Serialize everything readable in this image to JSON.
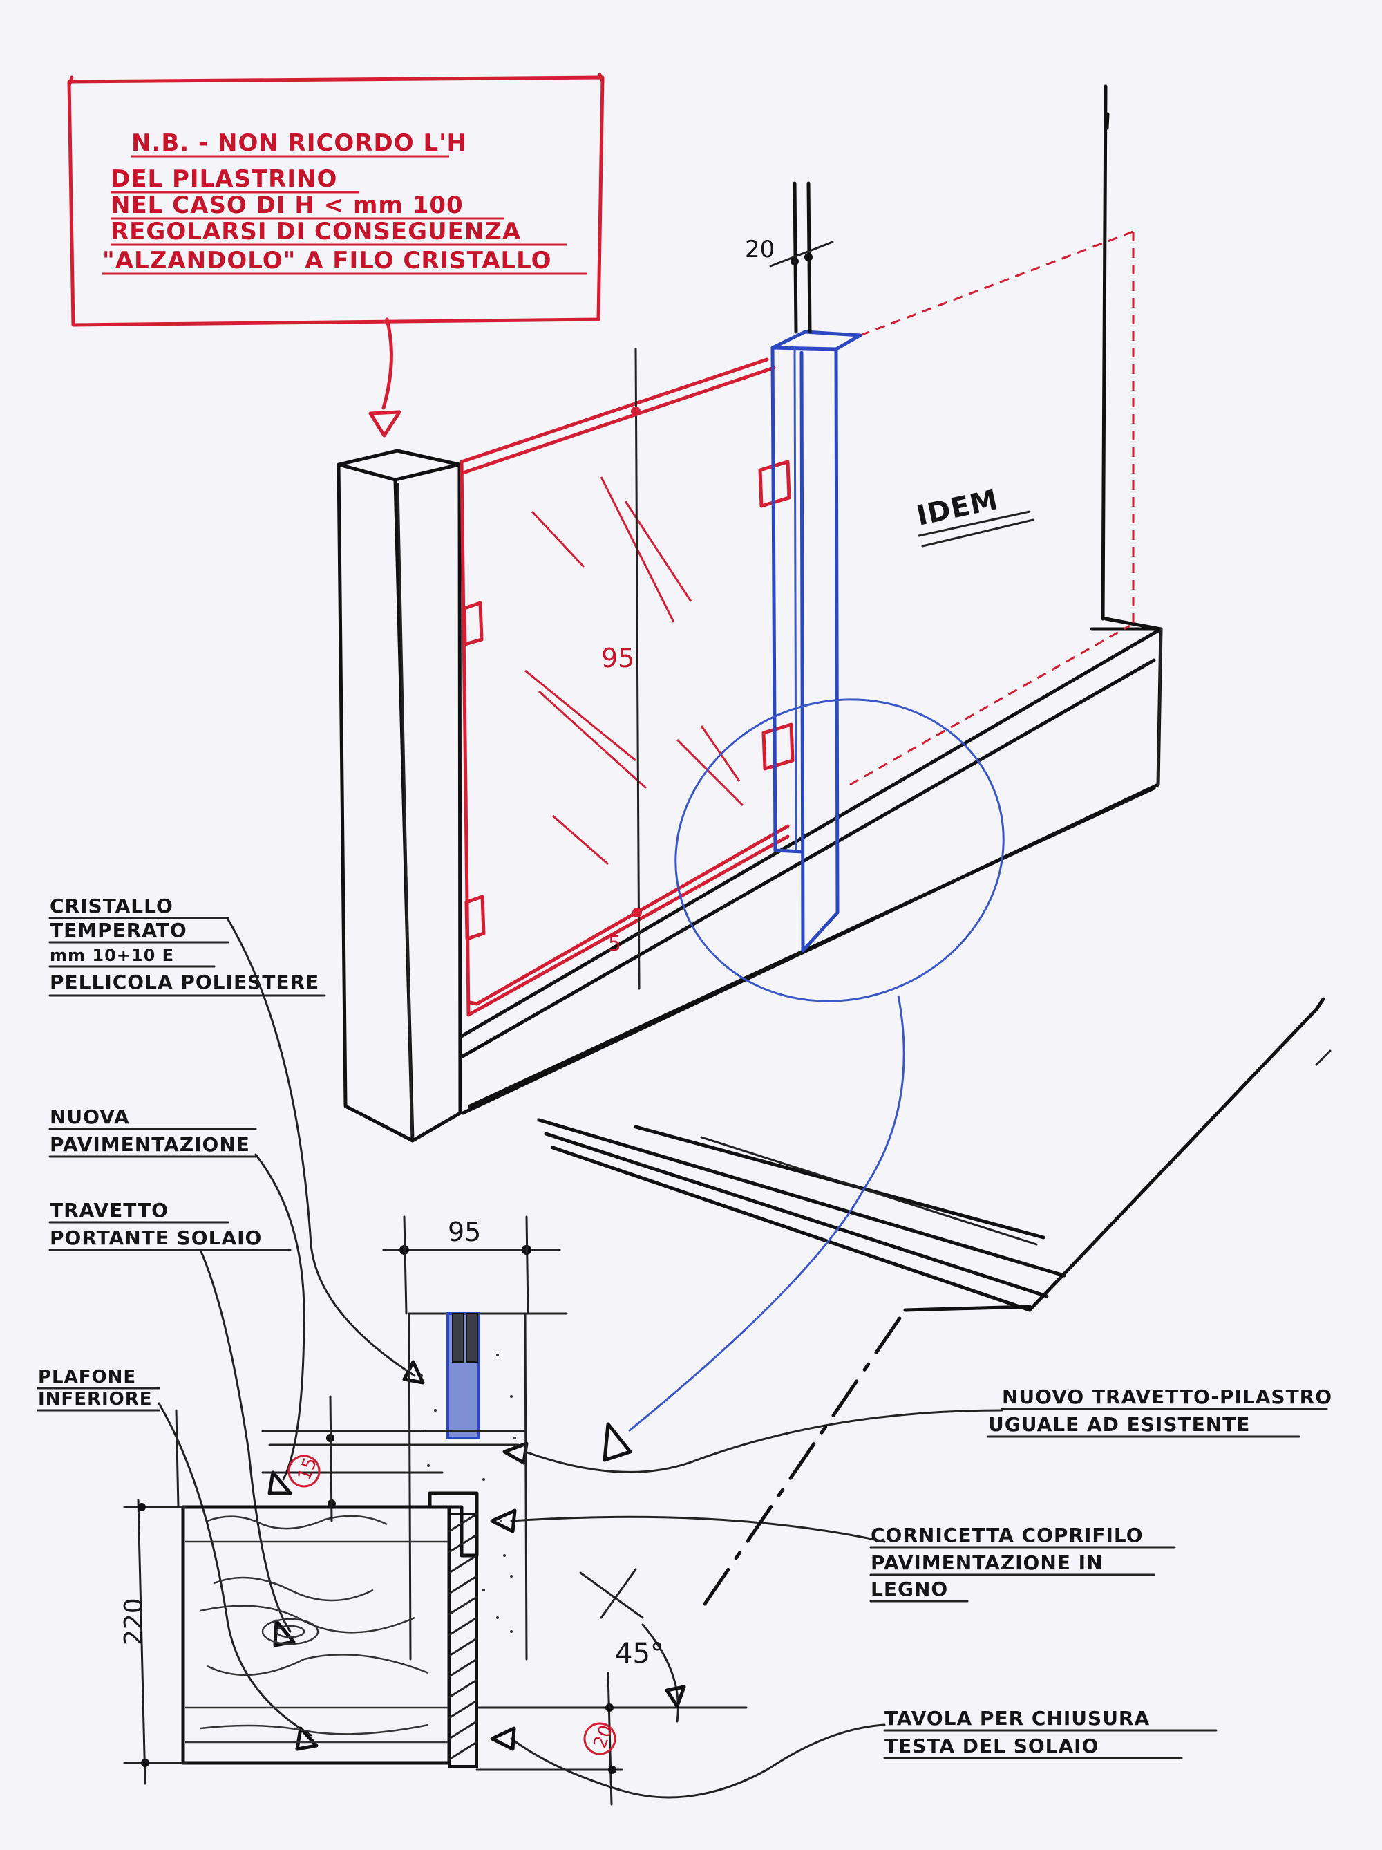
{
  "note": {
    "lines": [
      "N.B. - NON RICORDO L'H",
      "DEL PILASTRINO",
      "NEL CASO DI H < mm 100",
      "REGOLARSI DI CONSEGUENZA",
      "\"ALZANDOLO\" A FILO CRISTALLO"
    ]
  },
  "perspective": {
    "dim_top": "20",
    "dim_glass_height": "95",
    "dim_bottom": "5",
    "idem_label": "IDEM"
  },
  "labels": {
    "cristallo": [
      "CRISTALLO",
      "TEMPERATO",
      "mm 10+10 E",
      "PELLICOLA POLIESTERE"
    ],
    "pavimentazione": [
      "NUOVA",
      "PAVIMENTAZIONE"
    ],
    "travetto": [
      "TRAVETTO",
      "PORTANTE SOLAIO"
    ],
    "plafone": [
      "PLAFONE",
      "INFERIORE"
    ],
    "nuovo_travetto": [
      "NUOVO TRAVETTO-PILASTRO",
      "UGUALE AD ESISTENTE"
    ],
    "cornice": [
      "CORNICETTA COPRIFILO",
      "PAVIMENTAZIONE IN",
      "LEGNO"
    ],
    "tavola": [
      "TAVOLA PER CHIUSURA",
      "TESTA DEL SOLAIO"
    ]
  },
  "section": {
    "dim_width": "95",
    "dim_floor": "15",
    "dim_height": "220",
    "dim_bottom": "20",
    "angle": "45°"
  },
  "colors": {
    "ink": "#111111",
    "red": "#d41e34",
    "blue": "#2b48c0",
    "paper": "#f5f4f9"
  }
}
